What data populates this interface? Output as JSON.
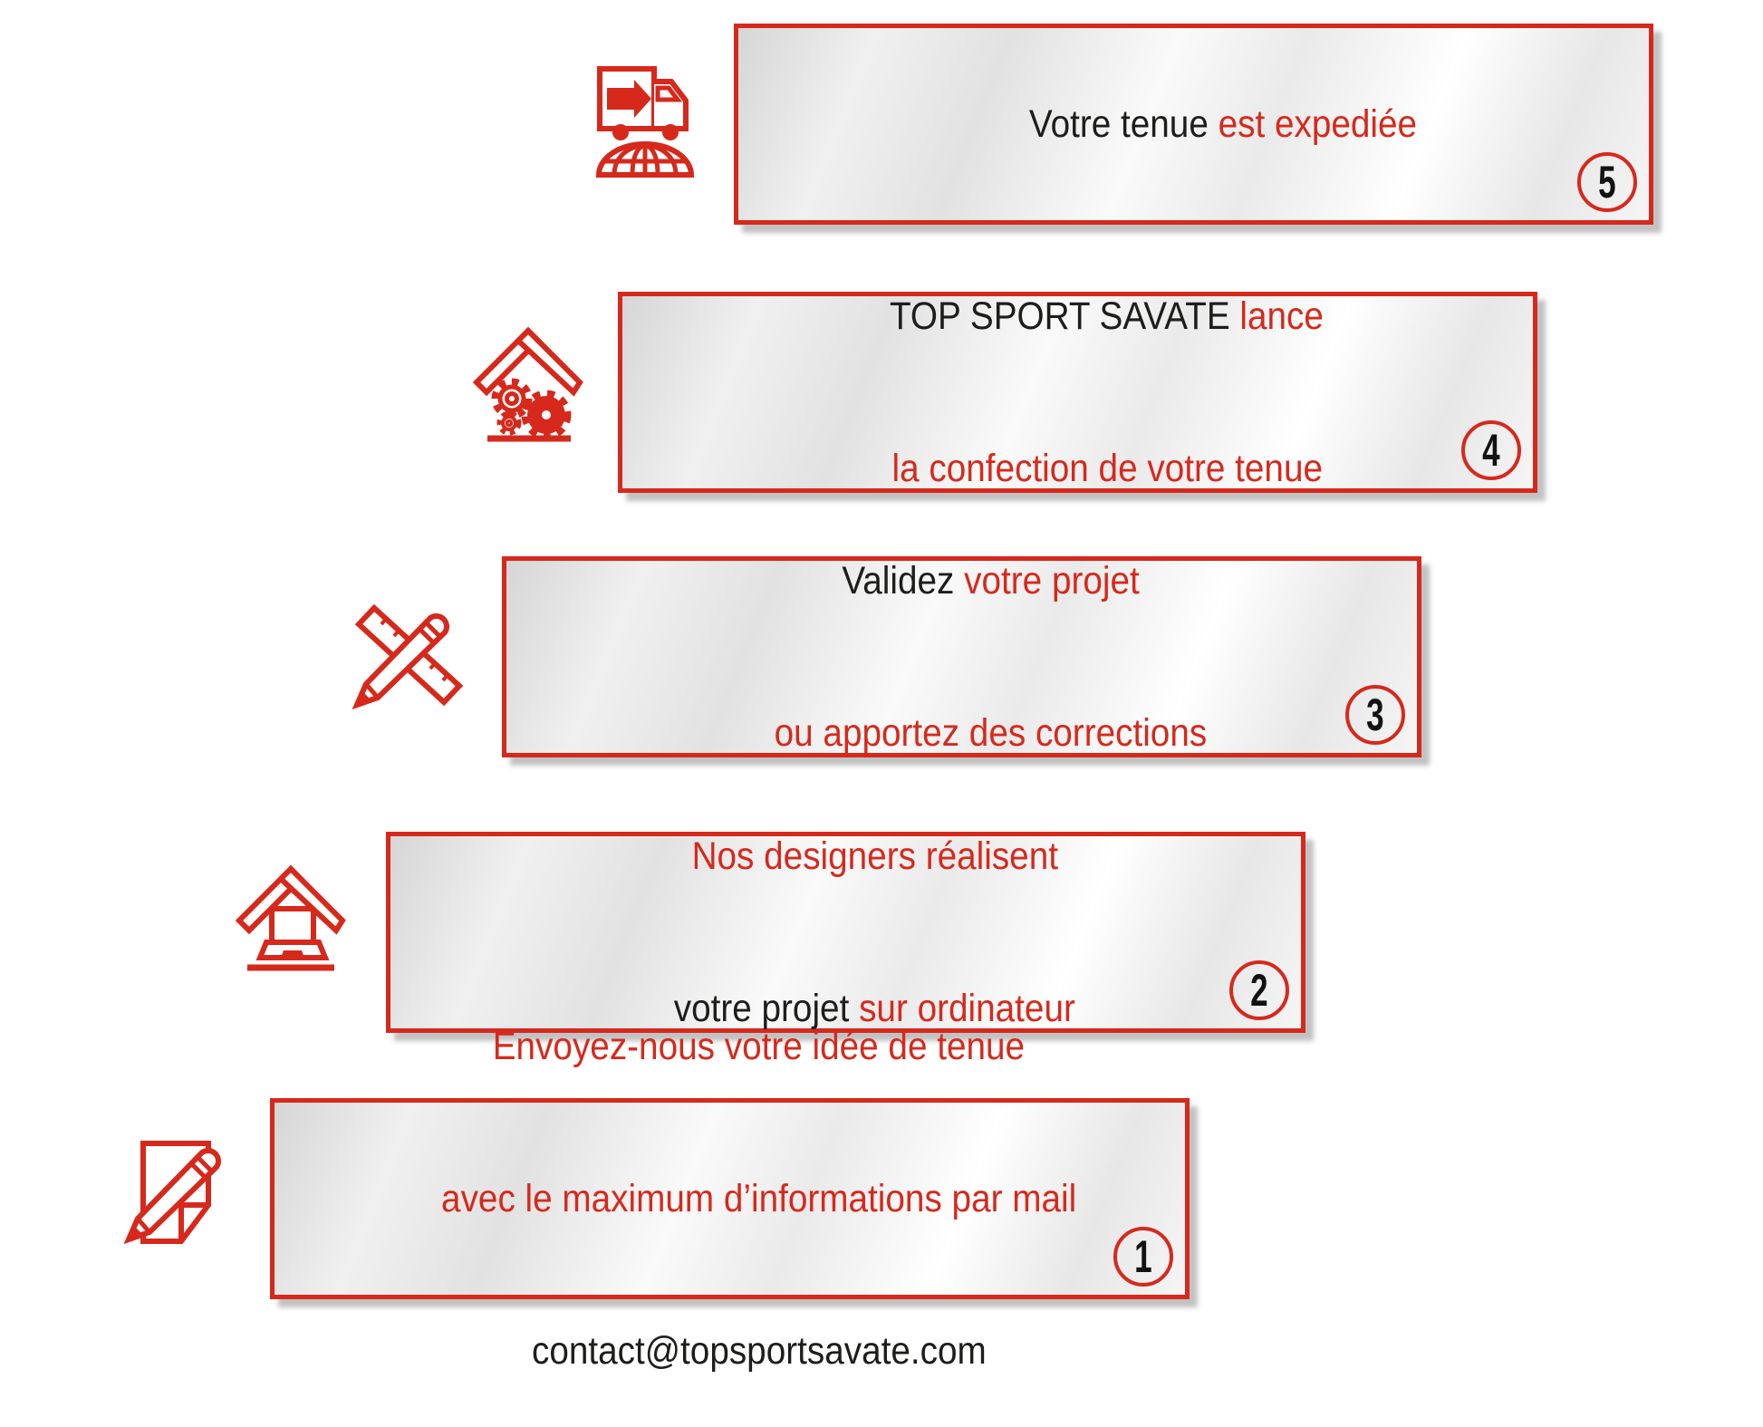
{
  "colors": {
    "accent_red": "#d6291c",
    "text_black": "#1d1d1b",
    "panel_background": "silver-gradient",
    "page_background": "#ffffff"
  },
  "steps": [
    {
      "number": "1",
      "icon": "notepad-pencil-icon",
      "lines": [
        {
          "segs": [
            {
              "text": "Envoyez-nous votre idée de tenue",
              "cls": "seg seg-red"
            }
          ]
        },
        {
          "segs": [
            {
              "text": "avec le maximum d’informations par mail",
              "cls": "seg seg-red"
            }
          ]
        },
        {
          "segs": [
            {
              "text": "contact@topsportsavate.com",
              "cls": "seg seg-black"
            }
          ]
        }
      ]
    },
    {
      "number": "2",
      "icon": "roof-laptop-icon",
      "lines": [
        {
          "segs": [
            {
              "text": "Nos designers réalisent",
              "cls": "seg seg-red"
            }
          ]
        },
        {
          "segs": [
            {
              "text": "votre projet ",
              "cls": "seg seg-black"
            },
            {
              "text": "sur ordinateur",
              "cls": "seg seg-red"
            }
          ]
        }
      ]
    },
    {
      "number": "3",
      "icon": "ruler-pencil-icon",
      "lines": [
        {
          "segs": [
            {
              "text": "Validez ",
              "cls": "seg seg-black"
            },
            {
              "text": "votre projet",
              "cls": "seg seg-red"
            }
          ]
        },
        {
          "segs": [
            {
              "text": "ou apportez des corrections",
              "cls": "seg seg-red"
            }
          ]
        }
      ]
    },
    {
      "number": "4",
      "icon": "roof-gears-icon",
      "lines": [
        {
          "segs": [
            {
              "text": "TOP SPORT SAVATE ",
              "cls": "seg seg-black"
            },
            {
              "text": "lance",
              "cls": "seg seg-red"
            }
          ]
        },
        {
          "segs": [
            {
              "text": "la confection de votre tenue",
              "cls": "seg seg-red"
            }
          ]
        }
      ]
    },
    {
      "number": "5",
      "icon": "truck-globe-icon",
      "lines": [
        {
          "segs": [
            {
              "text": "Votre tenue ",
              "cls": "seg seg-black"
            },
            {
              "text": "est expediée",
              "cls": "seg seg-red"
            }
          ]
        }
      ]
    }
  ]
}
